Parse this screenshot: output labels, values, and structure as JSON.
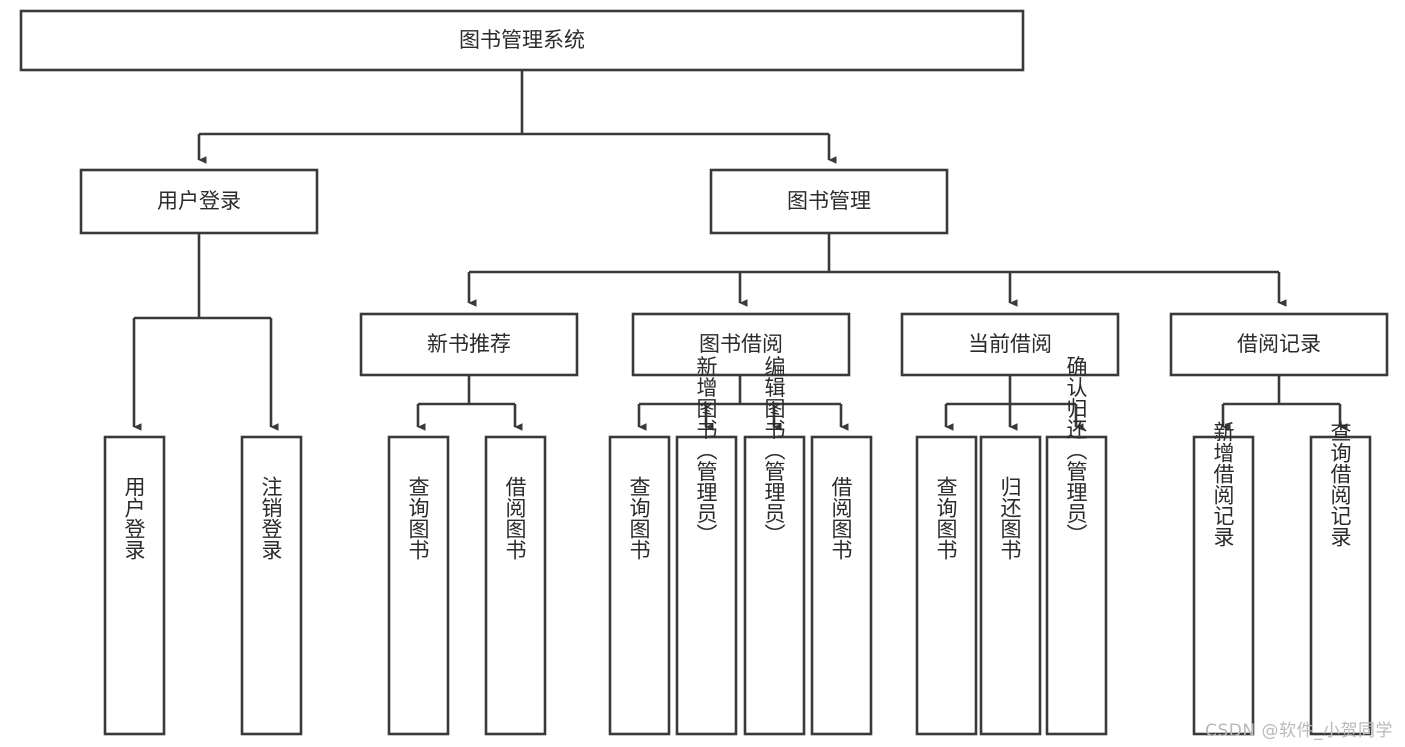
{
  "diagram": {
    "type": "tree-flowchart",
    "title": "图书管理系统",
    "orientation": "top-down",
    "colors": {
      "box_stroke": "#3a3a3a",
      "box_fill": "#ffffff",
      "text": "#2b2b2b",
      "background": "#ffffff",
      "watermark": "#b9b9b9"
    },
    "nodes": {
      "root": {
        "label": "图书管理系统"
      },
      "level2": [
        {
          "id": "user-login",
          "label": "用户登录"
        },
        {
          "id": "book-manage",
          "label": "图书管理"
        }
      ],
      "level3": [
        {
          "id": "new-book-recommend",
          "label": "新书推荐"
        },
        {
          "id": "book-borrow",
          "label": "图书借阅"
        },
        {
          "id": "current-borrow",
          "label": "当前借阅"
        },
        {
          "id": "borrow-record",
          "label": "借阅记录"
        }
      ],
      "leaves": {
        "user-login": [
          {
            "id": "leaf-user-login",
            "label": "用户登录"
          },
          {
            "id": "leaf-logout-login",
            "label": "注销登录"
          }
        ],
        "new-book-recommend": [
          {
            "id": "leaf-query-book-1",
            "label": "查询图书"
          },
          {
            "id": "leaf-borrow-book-1",
            "label": "借阅图书"
          }
        ],
        "book-borrow": [
          {
            "id": "leaf-query-book-2",
            "label": "查询图书"
          },
          {
            "id": "leaf-add-book",
            "label": "新增图书（管理员）"
          },
          {
            "id": "leaf-edit-book",
            "label": "编辑图书（管理员）"
          },
          {
            "id": "leaf-borrow-book-2",
            "label": "借阅图书"
          }
        ],
        "current-borrow": [
          {
            "id": "leaf-query-book-3",
            "label": "查询图书"
          },
          {
            "id": "leaf-return-book",
            "label": "归还图书"
          },
          {
            "id": "leaf-confirm-return",
            "label": "确认归还（管理员）"
          }
        ],
        "borrow-record": [
          {
            "id": "leaf-add-record",
            "label": "新增借阅记录"
          },
          {
            "id": "leaf-query-record",
            "label": "查询借阅记录"
          }
        ]
      }
    },
    "watermark": "CSDN @软件_小贺同学"
  }
}
